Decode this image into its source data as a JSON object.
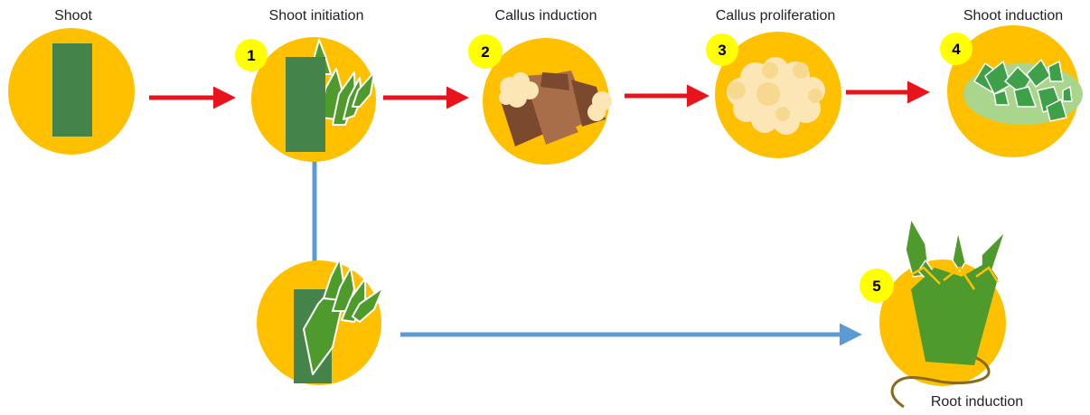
{
  "colors": {
    "disc": "#FFC000",
    "badge": "#FFFF00",
    "shoot_dark": "#44834A",
    "shoot_leaf": "#4F9A2C",
    "leaf_edge": "#FFFFFF",
    "callus_brown_dark": "#7B4A2E",
    "callus_brown_light": "#A86E4A",
    "callus_cream": "#FCE6B6",
    "callus_cream_dark": "#F6D88F",
    "leaf_mat": "#A9D58C",
    "leaf_bright": "#3FA04A",
    "arrow_red": "#E8141B",
    "arrow_blue": "#5B9BD5",
    "root": "#8A6A1F"
  },
  "stages": [
    {
      "id": "shoot",
      "label": "Shoot",
      "number": ""
    },
    {
      "id": "shoot-initiation",
      "label": "Shoot initiation",
      "number": "1"
    },
    {
      "id": "callus-induction",
      "label": "Callus induction",
      "number": "2"
    },
    {
      "id": "callus-proliferation",
      "label": "Callus proliferation",
      "number": "3"
    },
    {
      "id": "shoot-induction",
      "label": "Shoot induction",
      "number": "4"
    },
    {
      "id": "root-induction",
      "label": "Root induction",
      "number": "5"
    }
  ]
}
